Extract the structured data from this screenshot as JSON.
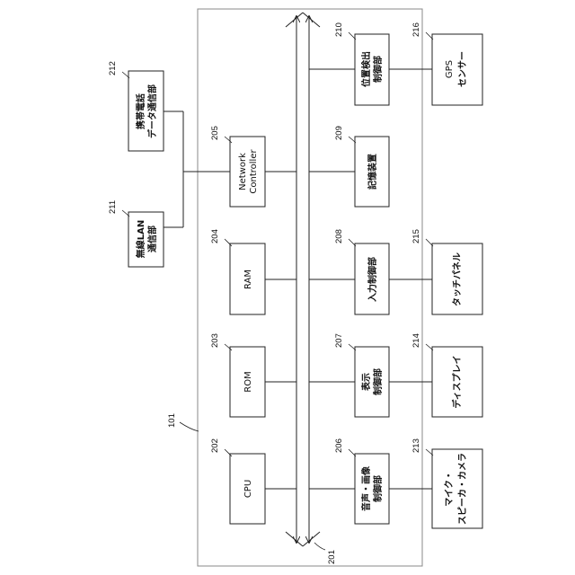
{
  "diagram": {
    "ref_101": "101",
    "bus": {
      "ref": "201"
    },
    "cpu": {
      "ref": "202",
      "label": "CPU"
    },
    "rom": {
      "ref": "203",
      "label": "ROM"
    },
    "ram": {
      "ref": "204",
      "label": "RAM"
    },
    "network_controller": {
      "ref": "205",
      "label_line1": "Network",
      "label_line2": "Controller"
    },
    "audio_image_controller": {
      "ref": "206",
      "label_line1": "音声・画像",
      "label_line2": "制御部"
    },
    "display_controller": {
      "ref": "207",
      "label_line1": "表示",
      "label_line2": "制御部"
    },
    "input_controller": {
      "ref": "208",
      "label": "入力制御部"
    },
    "storage_device": {
      "ref": "209",
      "label": "記憶装置"
    },
    "position_detection_controller": {
      "ref": "210",
      "label_line1": "位置検出",
      "label_line2": "制御部"
    },
    "wireless_lan": {
      "ref": "211",
      "label_line1": "無線LAN",
      "label_line2": "通信部"
    },
    "mobile_data_comm": {
      "ref": "212",
      "label_line1": "携帯電話",
      "label_line2": "データ通信部"
    },
    "mic_speaker_camera": {
      "ref": "213",
      "label_line1": "マイク・",
      "label_line2": "スピーカ・カメラ"
    },
    "display": {
      "ref": "214",
      "label": "ディスプレイ"
    },
    "touch_panel": {
      "ref": "215",
      "label": "タッチパネル"
    },
    "gps_sensor": {
      "ref": "216",
      "label_line1": "GPS",
      "label_line2": "センサー"
    }
  }
}
